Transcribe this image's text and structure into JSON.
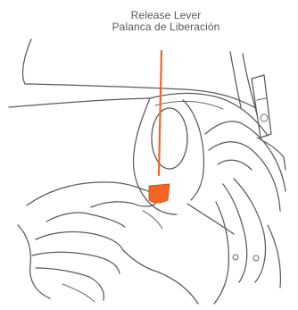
{
  "callout": {
    "label_en": "Release Lever",
    "label_es": "Palanca de Liberación"
  },
  "colors": {
    "lever": "#f26522",
    "leader_line": "#f26522",
    "line_art": "#5b5b5b",
    "label_text": "#5a5a5a"
  },
  "icons": {
    "lever": "release-lever-icon",
    "hand": "hand-illustration",
    "seat": "car-seat-illustration"
  }
}
